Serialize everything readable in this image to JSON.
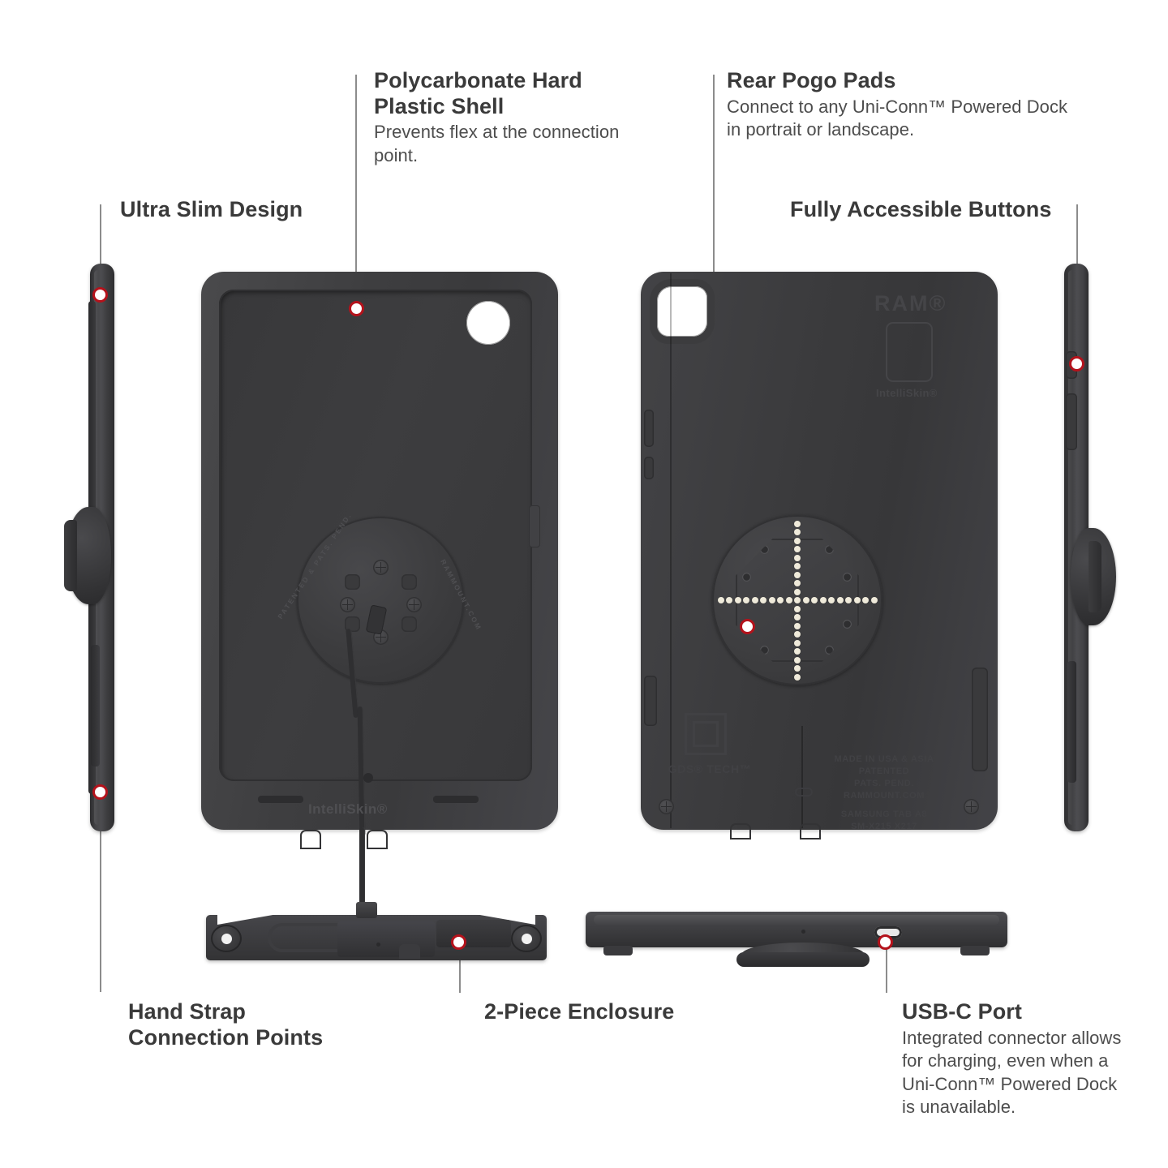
{
  "page": {
    "product": "RAM IntelliSkin with GDS Tech for Samsung Tab A8",
    "background_color": "#ffffff",
    "text_color": "#3a3a3a",
    "subtext_color": "#4d4d4d",
    "leader_color": "#8c8c8c",
    "dot_ring_color": "#b4121b",
    "pogo_pad_color": "#efeada"
  },
  "callouts": [
    {
      "id": "ultra-slim-design",
      "title": "Ultra Slim Design",
      "body": ""
    },
    {
      "id": "polycarbonate-hard-plastic-shell",
      "title": "Polycarbonate Hard\nPlastic Shell",
      "body": "Prevents flex at the connection\npoint."
    },
    {
      "id": "rear-pogo-pads",
      "title": "Rear Pogo Pads",
      "body": "Connect to any Uni-Conn™ Powered Dock\nin portrait or landscape."
    },
    {
      "id": "fully-accessible-buttons",
      "title": "Fully Accessible Buttons",
      "body": ""
    },
    {
      "id": "hand-strap-connection-points",
      "title": "Hand Strap\nConnection Points",
      "body": ""
    },
    {
      "id": "two-piece-enclosure",
      "title": "2-Piece Enclosure",
      "body": ""
    },
    {
      "id": "usb-c-port",
      "title": "USB-C Port",
      "body": "Integrated connector allows\nfor charging, even when a\nUni-Conn™ Powered Dock\nis unavailable."
    }
  ],
  "product_markings": {
    "left_case_hub_upper": "PATENTED & PATS. PEND.",
    "left_case_hub_lower": "RAMMOUNT.COM",
    "left_case_brand": "IntelliSkin®",
    "right_case_brand_top": "RAM®",
    "right_case_brand_sub": "IntelliSkin®",
    "right_case_gds": "GDS® TECH™",
    "right_case_emboss": "MADE IN USA & ASIA\nPATENTED\nPATS. PEND.\nRAMMOUNT.COM",
    "right_case_model": "SAMSUNG TAB A8\nSM-X215  X217"
  }
}
